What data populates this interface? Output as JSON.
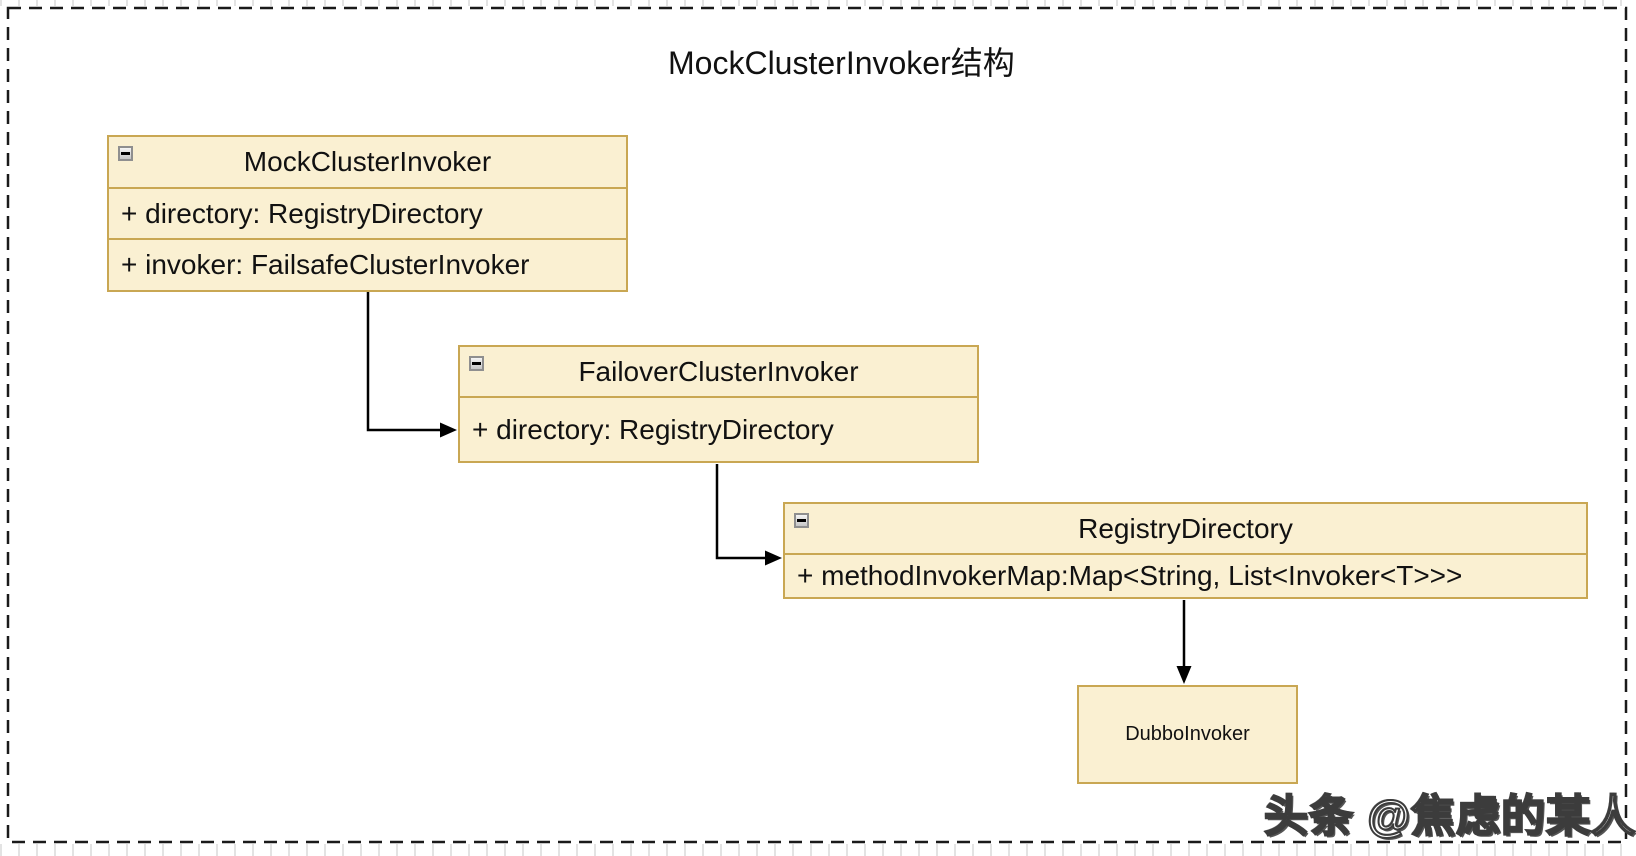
{
  "diagram": {
    "title": "MockClusterInvoker结构",
    "watermark": "头条 @焦虑的某人",
    "icons": {
      "collapse": "minus-icon"
    },
    "colors": {
      "background": "#FFFFFF",
      "box_fill": "#FAF0D2",
      "box_border": "#C9A753",
      "arrow": "#000000",
      "frame_dash": "#1A1A1A",
      "text": "#111111"
    },
    "classes": [
      {
        "name": "MockClusterInvoker",
        "attributes": [
          "+ directory: RegistryDirectory",
          "+ invoker: FailsafeClusterInvoker"
        ]
      },
      {
        "name": "FailoverClusterInvoker",
        "attributes": [
          "+ directory: RegistryDirectory"
        ]
      },
      {
        "name": "RegistryDirectory",
        "attributes": [
          "+ methodInvokerMap:Map<String, List<Invoker<T>>>"
        ]
      },
      {
        "name": "DubboInvoker",
        "attributes": []
      }
    ],
    "relations": [
      {
        "from": "MockClusterInvoker",
        "to": "FailoverClusterInvoker"
      },
      {
        "from": "FailoverClusterInvoker",
        "to": "RegistryDirectory"
      },
      {
        "from": "RegistryDirectory",
        "to": "DubboInvoker"
      }
    ]
  }
}
